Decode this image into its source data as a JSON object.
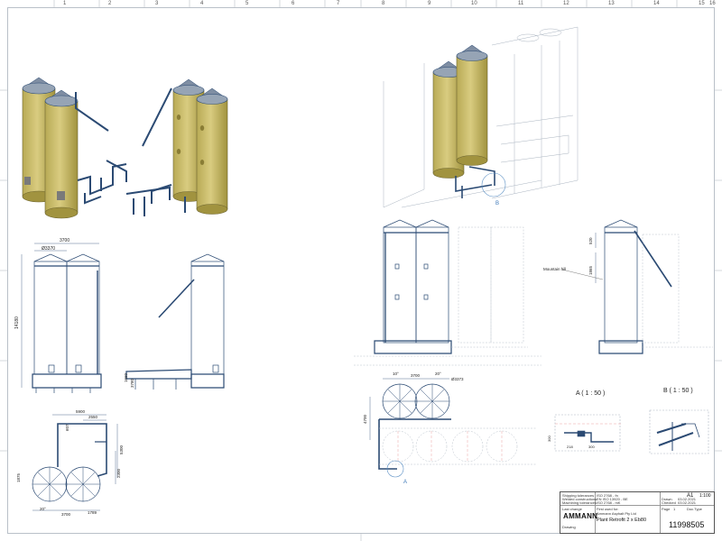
{
  "ruler": {
    "top": [
      "1",
      "2",
      "3",
      "4",
      "5",
      "6",
      "7",
      "8",
      "9",
      "10",
      "11",
      "12",
      "13",
      "14",
      "15",
      "16"
    ]
  },
  "dims": {
    "front_width": "3700",
    "front_silo_dia": "Ø3370",
    "front_height": "14180",
    "side_small_1": "1660",
    "side_small_2": "3780",
    "plan_top": "5900",
    "plan_2550": "2550",
    "plan_607": "607",
    "plan_5300": "5300",
    "plan_1875": "1875",
    "plan_2300": "2300",
    "plan_3700": "3700",
    "plan_1789": "1789",
    "plan_20": "20°",
    "r_top_10": "10°",
    "r_top_3700": "3700",
    "r_top_20": "20°",
    "r_top_dia": "Ø3373",
    "r_left_4700": "4700",
    "r_side_520": "520",
    "r_side_1865": "1865",
    "mountain_hill": "Mountain hill"
  },
  "labels": {
    "detail_a": "A ( 1 : 50 )",
    "detail_b": "B ( 1 : 50 )",
    "marker_a": "A",
    "marker_b": "B",
    "a_dim_1": "300",
    "a_dim_2": "218",
    "a_dim_3": "300"
  },
  "title_block": {
    "company": "AMMANN",
    "sheet_size": "A1",
    "scale": "1:100",
    "doc_number": "11998505",
    "project": "Plant Retrofit 2 x Eb80",
    "row1": "Shipping tolerances",
    "row2": "Welded constructions",
    "row3": "Machining tolerances",
    "row4": "Last change",
    "row5": "Drawing",
    "val1": "ISO 2768 - fn",
    "val2": "EN ISO 13920 - BE",
    "val3": "ISO 2768 - mK",
    "first_used": "First used for:",
    "company_full": "Ammann Asphalt Pty Ltd",
    "drawn": "Drawn",
    "checked": "Checked",
    "page": "Page",
    "page_val": "1",
    "doc_type": "Doc.Type",
    "date1": "03.02.2021",
    "date2": "03.02.2021"
  },
  "colors": {
    "silo": "#cdbf6f",
    "silo_shadow": "#a89a4a",
    "line": "#2b4a73",
    "accent": "#3d78b8",
    "ghost": "#aab4c0",
    "ruler": "#b9c0c8"
  }
}
